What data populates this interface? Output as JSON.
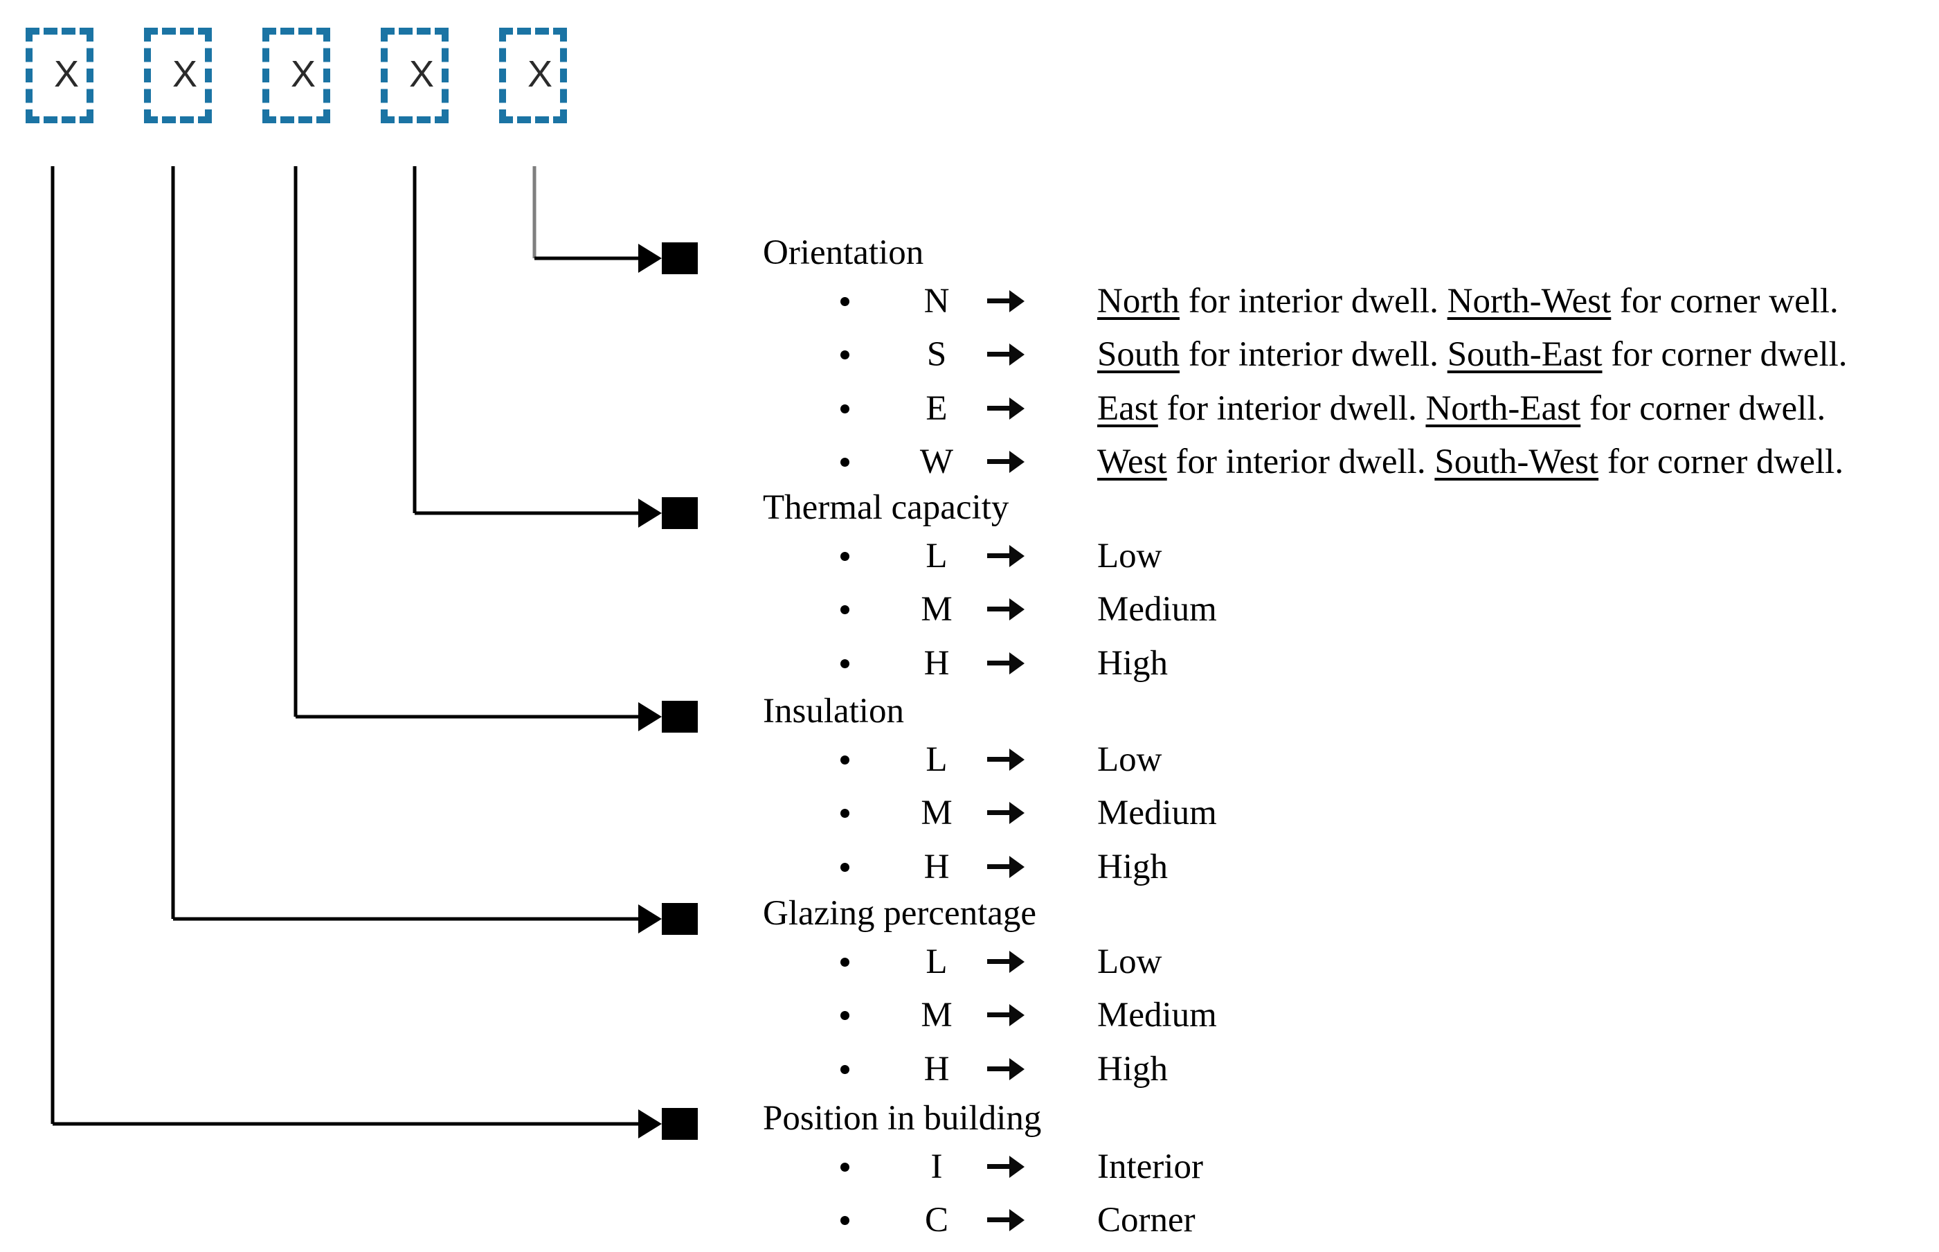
{
  "diagram": {
    "code_boxes": [
      {
        "label": "X"
      },
      {
        "label": "X"
      },
      {
        "label": "X"
      },
      {
        "label": "X"
      },
      {
        "label": "X"
      }
    ],
    "sections": [
      {
        "title": "Orientation",
        "items": [
          {
            "code": "N",
            "description_parts": [
              {
                "text": "North",
                "underline": true
              },
              {
                "text": " for interior dwell. ",
                "underline": false
              },
              {
                "text": "North-West",
                "underline": true
              },
              {
                "text": " for corner well.",
                "underline": false
              }
            ]
          },
          {
            "code": "S",
            "description_parts": [
              {
                "text": "South",
                "underline": true
              },
              {
                "text": " for interior dwell. ",
                "underline": false
              },
              {
                "text": "South-East",
                "underline": true
              },
              {
                "text": " for corner dwell.",
                "underline": false
              }
            ]
          },
          {
            "code": "E",
            "description_parts": [
              {
                "text": "East",
                "underline": true
              },
              {
                "text": " for interior dwell. ",
                "underline": false
              },
              {
                "text": "North-East",
                "underline": true
              },
              {
                "text": " for corner dwell.",
                "underline": false
              }
            ]
          },
          {
            "code": "W",
            "description_parts": [
              {
                "text": "West",
                "underline": true
              },
              {
                "text": " for interior dwell. ",
                "underline": false
              },
              {
                "text": "South-West",
                "underline": true
              },
              {
                "text": " for corner dwell.",
                "underline": false
              }
            ]
          }
        ]
      },
      {
        "title": "Thermal capacity",
        "items": [
          {
            "code": "L",
            "description_parts": [
              {
                "text": "Low",
                "underline": false
              }
            ]
          },
          {
            "code": "M",
            "description_parts": [
              {
                "text": "Medium",
                "underline": false
              }
            ]
          },
          {
            "code": "H",
            "description_parts": [
              {
                "text": "High",
                "underline": false
              }
            ]
          }
        ]
      },
      {
        "title": "Insulation",
        "items": [
          {
            "code": "L",
            "description_parts": [
              {
                "text": "Low",
                "underline": false
              }
            ]
          },
          {
            "code": "M",
            "description_parts": [
              {
                "text": "Medium",
                "underline": false
              }
            ]
          },
          {
            "code": "H",
            "description_parts": [
              {
                "text": "High",
                "underline": false
              }
            ]
          }
        ]
      },
      {
        "title": "Glazing percentage",
        "items": [
          {
            "code": "L",
            "description_parts": [
              {
                "text": "Low",
                "underline": false
              }
            ]
          },
          {
            "code": "M",
            "description_parts": [
              {
                "text": "Medium",
                "underline": false
              }
            ]
          },
          {
            "code": "H",
            "description_parts": [
              {
                "text": "High",
                "underline": false
              }
            ]
          }
        ]
      },
      {
        "title": "Position in building",
        "items": [
          {
            "code": "I",
            "description_parts": [
              {
                "text": "Interior",
                "underline": false
              }
            ]
          },
          {
            "code": "C",
            "description_parts": [
              {
                "text": "Corner",
                "underline": false
              }
            ]
          }
        ]
      }
    ],
    "colors": {
      "box_border": "#1b74a4",
      "connector": "#000000",
      "connector_gray": "#7f7f7f",
      "node_fill": "#000000",
      "text": "#000000"
    }
  }
}
